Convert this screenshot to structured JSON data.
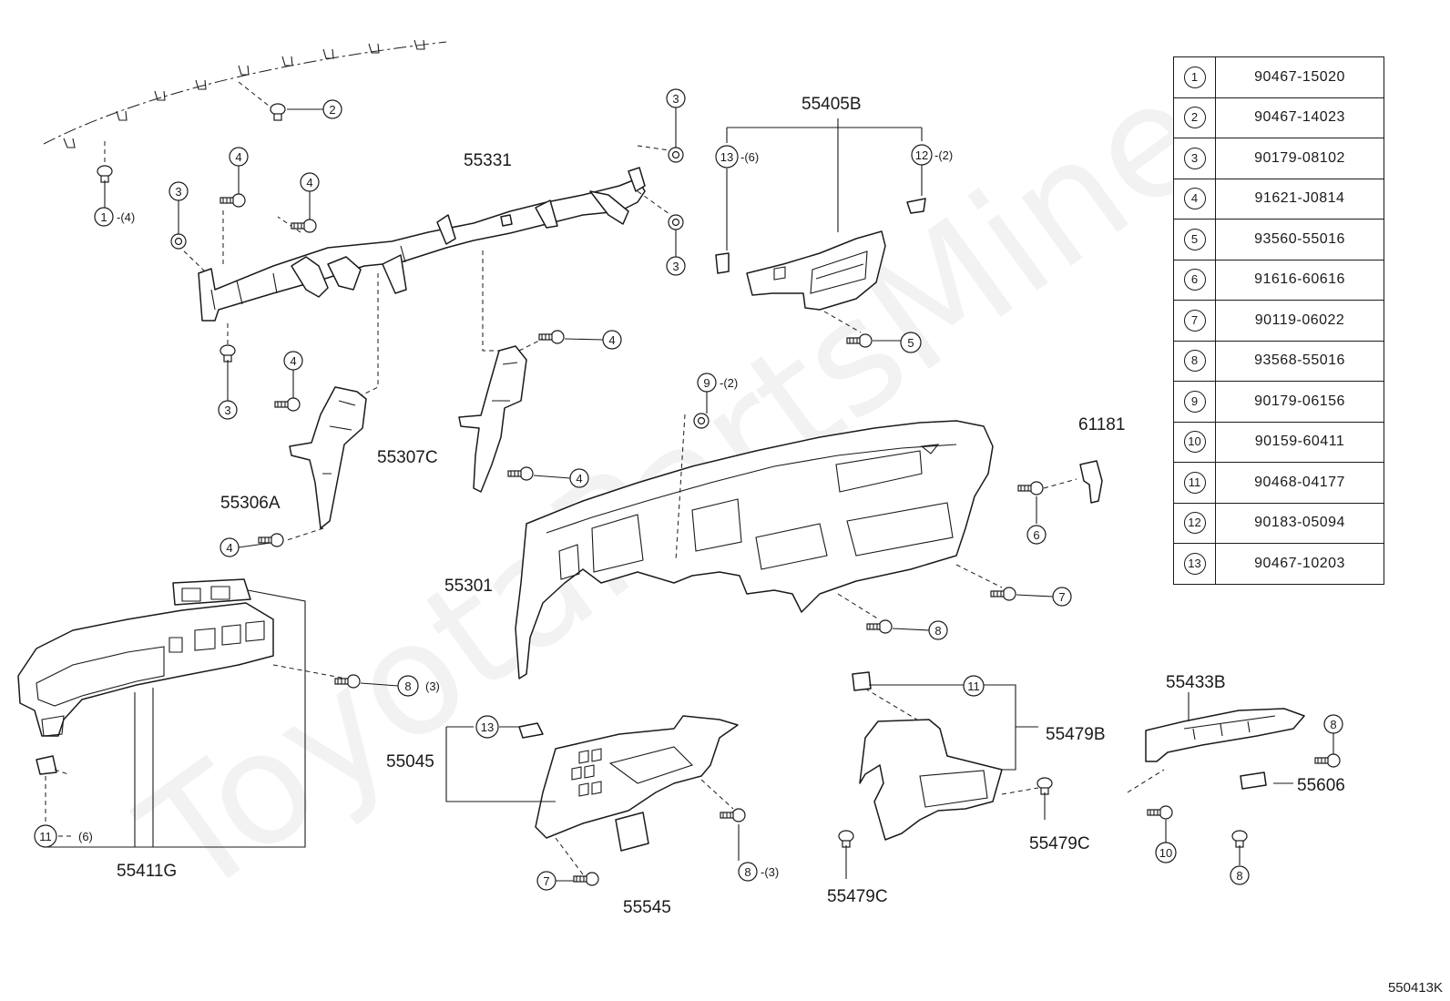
{
  "watermark": "ToyotaPartsMine",
  "diagram_code": "550413K",
  "legend": [
    {
      "ref": "1",
      "part_number": "90467-15020"
    },
    {
      "ref": "2",
      "part_number": "90467-14023"
    },
    {
      "ref": "3",
      "part_number": "90179-08102"
    },
    {
      "ref": "4",
      "part_number": "91621-J0814"
    },
    {
      "ref": "5",
      "part_number": "93560-55016"
    },
    {
      "ref": "6",
      "part_number": "91616-60616"
    },
    {
      "ref": "7",
      "part_number": "90119-06022"
    },
    {
      "ref": "8",
      "part_number": "93568-55016"
    },
    {
      "ref": "9",
      "part_number": "90179-06156"
    },
    {
      "ref": "10",
      "part_number": "90159-60411"
    },
    {
      "ref": "11",
      "part_number": "90468-04177"
    },
    {
      "ref": "12",
      "part_number": "90183-05094"
    },
    {
      "ref": "13",
      "part_number": "90467-10203"
    }
  ],
  "part_labels": {
    "p55331": "55331",
    "p55405B": "55405B",
    "p55307C": "55307C",
    "p55306A": "55306A",
    "p61181": "61181",
    "p55301": "55301",
    "p55411G": "55411G",
    "p55045": "55045",
    "p55545": "55545",
    "p55479B": "55479B",
    "p55479C_a": "55479C",
    "p55479C_b": "55479C",
    "p55433B": "55433B",
    "p55606": "55606"
  },
  "callouts": {
    "c1": {
      "num": "1",
      "qty": "-(4)"
    },
    "c2": {
      "num": "2"
    },
    "c3a": {
      "num": "3"
    },
    "c3b": {
      "num": "3"
    },
    "c3c": {
      "num": "3"
    },
    "c3d": {
      "num": "3"
    },
    "c4a": {
      "num": "4"
    },
    "c4b": {
      "num": "4"
    },
    "c4c": {
      "num": "4"
    },
    "c4d": {
      "num": "4"
    },
    "c4e": {
      "num": "4"
    },
    "c4f": {
      "num": "4"
    },
    "c5": {
      "num": "5"
    },
    "c6": {
      "num": "6"
    },
    "c7a": {
      "num": "7"
    },
    "c7b": {
      "num": "7"
    },
    "c8a": {
      "num": "8"
    },
    "c8b": {
      "num": "8",
      "qty": "(3)"
    },
    "c8c": {
      "num": "8",
      "qty": "-(3)"
    },
    "c8d": {
      "num": "8"
    },
    "c8e": {
      "num": "8"
    },
    "c9": {
      "num": "9",
      "qty": "-(2)"
    },
    "c10": {
      "num": "10"
    },
    "c11a": {
      "num": "11",
      "qty": "(6)"
    },
    "c11b": {
      "num": "11"
    },
    "c12": {
      "num": "12",
      "qty": "-(2)"
    },
    "c13a": {
      "num": "13",
      "qty": "-(6)"
    },
    "c13b": {
      "num": "13"
    }
  }
}
